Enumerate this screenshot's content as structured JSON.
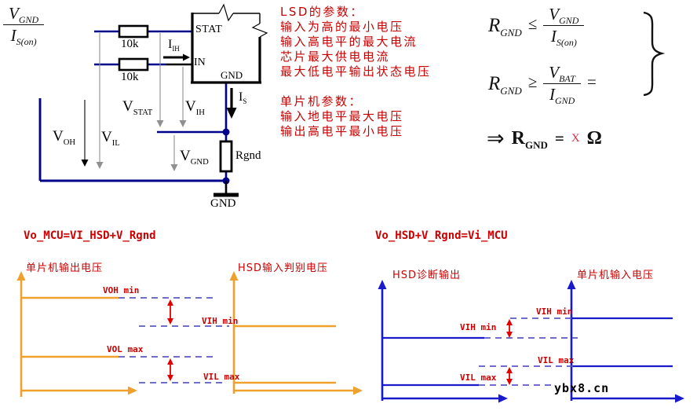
{
  "colors": {
    "wire_blue": "#00008B",
    "diagram_orange": "#F0A02D",
    "diagram_blue": "#1A1ACD",
    "dashed_blue": "#5B5BC4",
    "text_red": "#CC0000",
    "arrow_red": "#E00000",
    "measure_gray": "#909090"
  },
  "ratio": {
    "num": "V",
    "num_sub": "GND",
    "den": "I",
    "den_sub": "S(on)"
  },
  "circuit": {
    "r1": "10k",
    "r2": "10k",
    "chip": {
      "stat": "STAT",
      "in": "IN",
      "gnd": "GND"
    },
    "i_ih": {
      "m": "I",
      "s": "IH"
    },
    "v_stat": {
      "m": "V",
      "s": "STAT"
    },
    "v_ih": {
      "m": "V",
      "s": "IH"
    },
    "i_s": {
      "m": "I",
      "s": "S"
    },
    "v_oh": {
      "m": "V",
      "s": "OH"
    },
    "v_il": {
      "m": "V",
      "s": "IL"
    },
    "v_gnd": {
      "m": "V",
      "s": "GND"
    },
    "rgnd": "Rgnd",
    "gnd": "GND"
  },
  "notes": {
    "lsd": {
      "title": "LSD的参数：",
      "lines": [
        "输入为高的最小电压",
        "输入高电平的最大电流",
        "芯片最大供电电流",
        "最大低电平输出状态电压"
      ]
    },
    "mcu": {
      "title": "单片机参数：",
      "lines": [
        "输入地电平最大电压",
        "输出高电平最小电压"
      ]
    }
  },
  "formulas": {
    "ineq1": {
      "lhs": "R",
      "lhs_sub": "GND",
      "op": "≤",
      "num": "V",
      "num_sub": "GND",
      "den": "I",
      "den_sub": "S(on)"
    },
    "ineq2": {
      "lhs": "R",
      "lhs_sub": "GND",
      "op": "≥",
      "num": "V",
      "num_sub": "BAT",
      "den": "I",
      "den_sub": "GND",
      "suffix": "="
    },
    "conclusion": {
      "implies": "⇒",
      "lhs": "R",
      "lhs_sub": "GND",
      "eq": "=",
      "value": "X",
      "unit": "Ω"
    }
  },
  "diagram_left": {
    "title": "Vo_MCU=VI_HSD+V_Rgnd",
    "axis_left_label": "单片机输出电压",
    "axis_right_label": "HSD输入判别电压",
    "labels": {
      "voh_min": "VOH min",
      "vih_min": "VIH min",
      "vol_max": "VOL max",
      "vil_max": "VIL max"
    }
  },
  "diagram_right": {
    "title": "Vo_HSD+V_Rgnd=Vi_MCU",
    "axis_left_label": "HSD诊断输出",
    "axis_right_label": "单片机输入电压",
    "labels": {
      "vih_min_in": "VIH min",
      "vih_min_out": "VIH min",
      "vil_max_in": "VIL max",
      "vil_max_out": "VIL max"
    }
  },
  "watermark": "ybx8.cn"
}
